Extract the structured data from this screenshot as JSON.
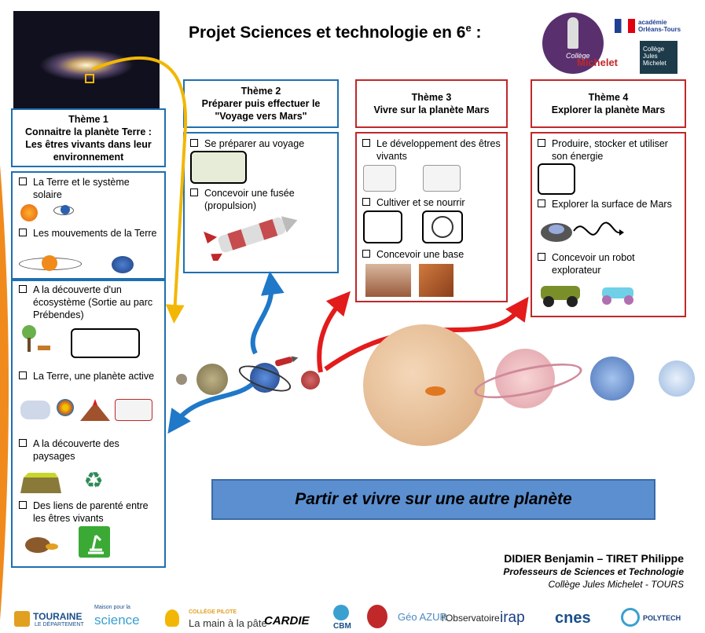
{
  "header": {
    "title": "Projet Sciences et technologie en 6",
    "title_sup": "e",
    "title_colon": " :"
  },
  "themes": [
    {
      "title_lines": [
        "Thème 1",
        "Connaitre la planète Terre :",
        "Les êtres vivants dans leur environnement"
      ],
      "items": [
        "La Terre et le système solaire",
        "Les mouvements de la Terre",
        "A la découverte d'un écosystème (Sortie au parc Prébendes)",
        "La Terre, une planète active",
        "A la découverte des paysages",
        "Des liens de parenté entre les êtres vivants"
      ]
    },
    {
      "title_lines": [
        "Thème 2",
        "Préparer puis effectuer le",
        "\"Voyage vers Mars\""
      ],
      "items": [
        "Se préparer au voyage",
        "Concevoir une fusée (propulsion)"
      ]
    },
    {
      "title_lines": [
        "Thème 3",
        "Vivre sur la planète Mars"
      ],
      "items": [
        "Le développement des êtres vivants",
        "Cultiver et se nourrir",
        "Concevoir une base"
      ]
    },
    {
      "title_lines": [
        "Thème 4",
        "Explorer la planète Mars"
      ],
      "items": [
        "Produire, stocker et utiliser son énergie",
        "Explorer la surface de Mars",
        "Concevoir un robot explorateur"
      ]
    }
  ],
  "banner": "Partir et vivre sur une autre planète",
  "authors": {
    "names": "DIDIER Benjamin – TIRET Philippe",
    "role": "Professeurs de Sciences et Technologie",
    "school": "Collège Jules Michelet - TOURS"
  },
  "logos": {
    "college": "Michelet",
    "college_script": "Collège",
    "academie": "académie Orléans-Tours",
    "college_box": "Collège Jules Michelet",
    "touraine": "TOURAINE",
    "touraine_sub": "LE DÉPARTEMENT",
    "science": "science",
    "science_pre": "Maison pour la",
    "main_pate_pre": "COLLÈGE PILOTE",
    "main_pate": "La main à la pâte",
    "cardie": "CARDIE",
    "cbm": "CBM",
    "geoazur": "Géo AZUR",
    "observatoire": "l'Observatoire",
    "irap": "irap",
    "cnes": "cnes",
    "polytech": "POLYTECH"
  },
  "colors": {
    "blue_border": "#1f6fb0",
    "red_border": "#c0282a",
    "banner": "#5b8fd0",
    "arrow_yellow": "#f2b705",
    "arrow_blue": "#1f78c8",
    "arrow_red": "#e31b1b"
  }
}
